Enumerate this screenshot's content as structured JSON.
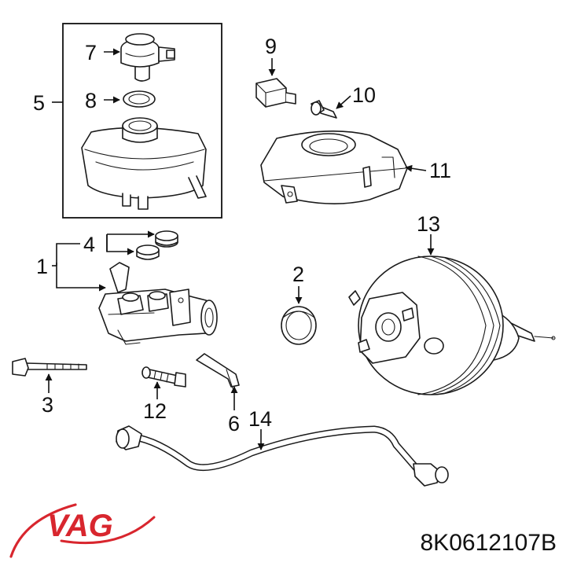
{
  "callouts": {
    "c1": "1",
    "c2": "2",
    "c3": "3",
    "c4": "4",
    "c5": "5",
    "c6": "6",
    "c7": "7",
    "c8": "8",
    "c9": "9",
    "c10": "10",
    "c11": "11",
    "c12": "12",
    "c13": "13",
    "c14": "14"
  },
  "brand": {
    "logo_text": "VAG",
    "color": "#d8262e"
  },
  "part_number": "8K0612107B"
}
